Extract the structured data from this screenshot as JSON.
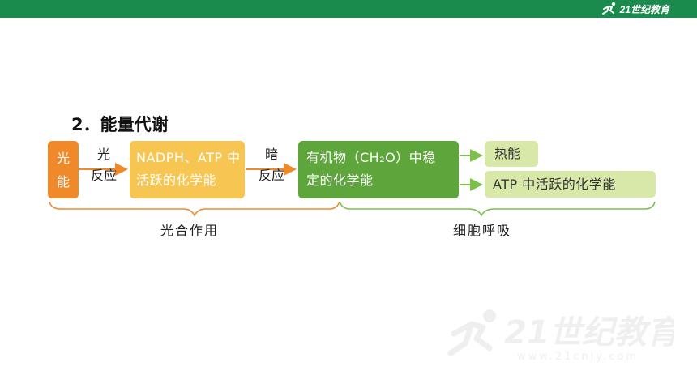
{
  "header": {
    "logo_text": "21世纪教育",
    "logo_url": "www.21cnjy.com",
    "bar_color": "#1b8a4d"
  },
  "section_title": "2．能量代谢",
  "flow": {
    "light_energy": [
      "光",
      "能"
    ],
    "light_reaction": [
      "光",
      "反应"
    ],
    "nadph_atp": [
      "NADPH、ATP 中",
      "活跃的化学能"
    ],
    "dark_reaction": [
      "暗",
      "反应"
    ],
    "organic": [
      "有机物（CH₂O）中稳",
      "定的化学能"
    ],
    "heat": "热能",
    "atp_active": "ATP 中活跃的化学能"
  },
  "braces": {
    "photosynthesis": "光合作用",
    "respiration": "细胞呼吸"
  },
  "colors": {
    "orange": "#f0892a",
    "yellow": "#f7c652",
    "green": "#5ea63b",
    "light_green": "#d7e8a9",
    "arrow_orange": "#f0892a",
    "arrow_green": "#7cbf4a"
  },
  "watermark": {
    "text": "21世纪教育",
    "url": "www.21cnjy.com"
  }
}
